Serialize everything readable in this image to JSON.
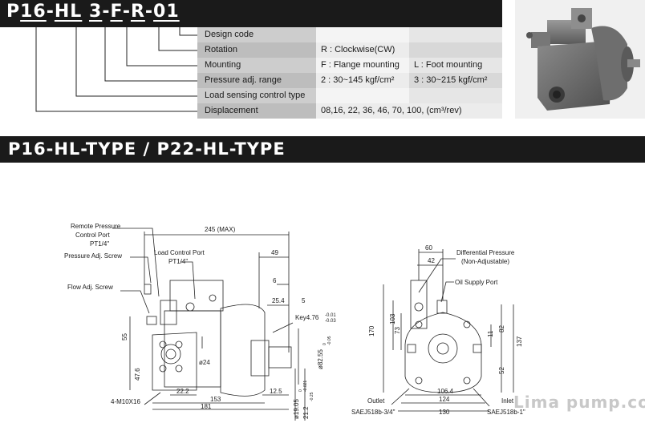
{
  "model_code": {
    "p1": "P",
    "p2": "16",
    "p3": "-",
    "p4": "HL",
    "p5": "3",
    "p6": "-",
    "p7": "F",
    "p8": "-",
    "p9": "R",
    "p10": "-",
    "p11": "01"
  },
  "spec_rows": [
    {
      "label": "Design code",
      "c1": "",
      "c2": ""
    },
    {
      "label": "Rotation",
      "c1": "R : Clockwise(CW)",
      "c2": ""
    },
    {
      "label": "Mounting",
      "c1": "F : Flange mounting",
      "c2": "L : Foot mounting"
    },
    {
      "label": "Pressure adj. range",
      "c1": "2 : 30~145 kgf/cm²",
      "c2": "3 : 30~215 kgf/cm²"
    },
    {
      "label": "Load sensing control type",
      "c1": "",
      "c2": ""
    },
    {
      "label": "Displacement",
      "wide": "08,16, 22, 36, 46, 70, 100, (cm³/rev)"
    }
  ],
  "section_title": "P16-HL-TYPE / P22-HL-TYPE",
  "left_view": {
    "remote_pressure_1": "Remote Pressure",
    "remote_pressure_2": "Control Port",
    "remote_pressure_3": "PT1/4\"",
    "pressure_adj_screw": "Pressure Adj. Screw",
    "flow_adj_screw": "Flow Adj. Screw",
    "load_control_1": "Load Control Port",
    "load_control_2": "PT1/4\"",
    "dim_245": "245 (MAX)",
    "dim_49": "49",
    "dim_6": "6",
    "dim_25_4": "25.4",
    "dim_5": "5",
    "key": "Key4.76",
    "key_tol_a": "-0.01",
    "key_tol_b": "-0.03",
    "dim_82_55": "ø82.55",
    "dim_82_55_tol_a": "0",
    "dim_82_55_tol_b": "-0.05",
    "dim_19_05": "ø19.05",
    "dim_19_05_tol_a": "0",
    "dim_19_05_tol_b": "-0.021",
    "dim_21_2": "21.2",
    "dim_21_2_tol": "-0.25",
    "dim_55": "55",
    "dim_47_6": "47.6",
    "dim_22_2": "22.2",
    "dim_153": "153",
    "dim_181": "181",
    "dim_12_5": "12.5",
    "dim_24": "ø24",
    "bolt": "4-M10X16"
  },
  "right_view": {
    "dim_60": "60",
    "dim_42": "42",
    "diff_pressure_1": "Differential Pressure",
    "diff_pressure_2": "(Non-Adjustable)",
    "oil_supply": "Oil Supply Port",
    "dim_170": "170",
    "dim_103": "103",
    "dim_73": "73",
    "dim_11": "11",
    "dim_82": "82",
    "dim_137": "137",
    "dim_52": "52",
    "dim_106_4": "106.4",
    "dim_124": "124",
    "dim_130": "130",
    "outlet": "Outlet",
    "outlet_spec": "SAEJ518b-3/4\"",
    "inlet": "Inlet",
    "inlet_spec": "SAEJ518b-1\""
  },
  "watermark": "Lima pump.com"
}
